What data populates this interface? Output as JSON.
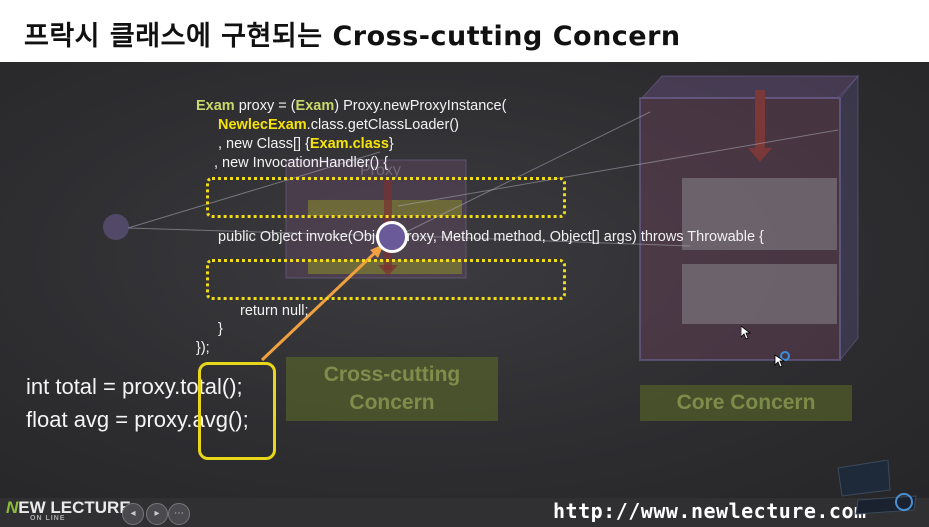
{
  "title": "프락시 클래스에 구현되는 Cross-cutting Concern",
  "code": {
    "line1": {
      "t1": "Exam",
      "t2": " proxy = (",
      "t3": "Exam",
      "t4": ") Proxy.newProxyInstance("
    },
    "line2": {
      "t1": "NewlecExam",
      "t2": ".class.getClassLoader()"
    },
    "line3": {
      "t1": ", new Class[] {",
      "t2": "Exam.class",
      "t3": "}"
    },
    "line4": "  , new InvocationHandler() {",
    "line5": "public Object invoke(Object proxy, Method method, Object[] args) throws Throwable {",
    "line6": "return null;",
    "line7": "}",
    "line8": "});"
  },
  "client_code": {
    "line1": "int total = proxy.total();",
    "line2": "float avg = proxy.avg();"
  },
  "labels": {
    "proxy": "Proxy",
    "cross_cutting": "Cross-cutting Concern",
    "core": "Core Concern"
  },
  "footer": {
    "logo_text": "EW LECTURE",
    "logo_letter": "N",
    "logo_sub": "ON LINE",
    "url": "http://www.newlecture.com"
  },
  "colors": {
    "highlight_yellow": "#f6e30a",
    "arrow_orange": "#f0a040",
    "cross_cutting_green": "#5c6e26"
  }
}
